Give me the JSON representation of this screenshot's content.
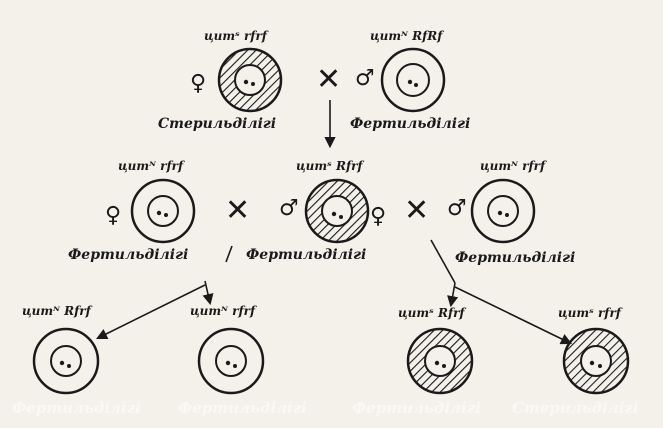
{
  "symbols": {
    "female": "♀",
    "male": "♂",
    "cross": "✕"
  },
  "parents": {
    "female": {
      "genotype": "цитˢ rfrf",
      "phenotype": "Стерильділігі",
      "cytoplasm": "sterile"
    },
    "male": {
      "genotype": "цитᴺ RfRf",
      "phenotype": "Фертильділігі",
      "cytoplasm": "normal"
    }
  },
  "f1": {
    "left": {
      "genotype": "цитᴺ rfrf",
      "phenotype": "Фертильділігі",
      "cytoplasm": "normal"
    },
    "center": {
      "genotype": "цитˢ Rfrf",
      "phenotype": "Фертильділігі",
      "cytoplasm": "sterile"
    },
    "right": {
      "genotype": "цитᴺ rfrf",
      "phenotype": "Фертильділігі",
      "cytoplasm": "normal"
    }
  },
  "f2": [
    {
      "genotype": "цитᴺ Rfrf",
      "phenotype": "Фертильділігі",
      "cytoplasm": "normal"
    },
    {
      "genotype": "цитᴺ rfrf",
      "phenotype": "Фертильділігі",
      "cytoplasm": "normal"
    },
    {
      "genotype": "цитˢ Rfrf",
      "phenotype": "Фертильділігі",
      "cytoplasm": "sterile"
    },
    {
      "genotype": "цитˢ rfrf",
      "phenotype": "Стерильділігі",
      "cytoplasm": "sterile"
    }
  ],
  "colors": {
    "ink": "#1a1a1a",
    "paper": "#f3f1ea"
  }
}
